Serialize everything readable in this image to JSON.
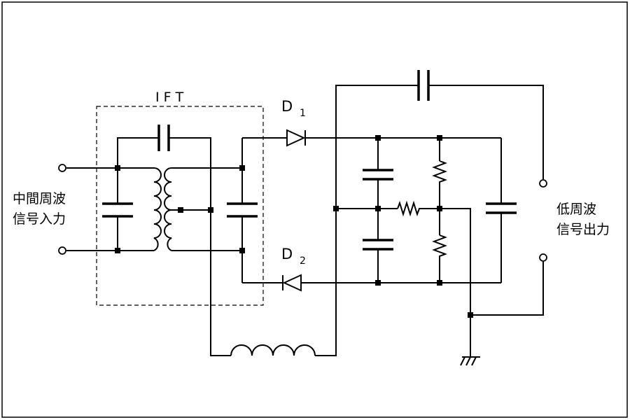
{
  "diagram": {
    "ift_label": "I F T",
    "d1": {
      "main": "D",
      "sub": "1"
    },
    "d2": {
      "main": "D",
      "sub": "2"
    },
    "input_label_line1": "中間周波",
    "input_label_line2": "信号入力",
    "output_label_line1": "低周波",
    "output_label_line2": "信号出力",
    "colors": {
      "line": "#000000",
      "background": "#ffffff"
    }
  }
}
